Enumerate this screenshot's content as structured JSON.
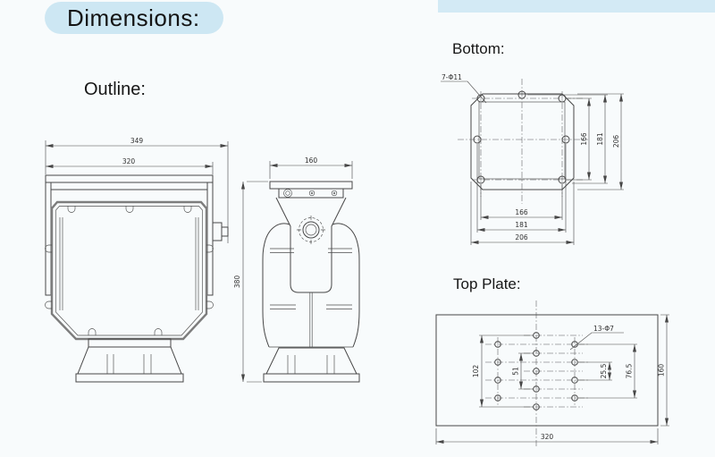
{
  "header": {
    "title": "Dimensions:"
  },
  "sections": {
    "outline": {
      "label": "Outline:"
    },
    "bottom": {
      "label": "Bottom:"
    },
    "top_plate": {
      "label": "Top Plate:"
    }
  },
  "front_view": {
    "overall_width": "349",
    "plate_width": "320"
  },
  "side_view": {
    "top_width": "160",
    "overall_height": "380"
  },
  "bottom_view": {
    "hole_note": "7-Φ11",
    "vertical_dims": {
      "inner": "166",
      "middle": "181",
      "outer": "206"
    },
    "horizontal_dims": {
      "inner": "166",
      "middle": "181",
      "outer": "206"
    }
  },
  "top_plate_view": {
    "hole_note": "13-Φ7",
    "center_column_span": "102",
    "center_inner_span": "51",
    "hole_pitch": "25.5",
    "side_column_span": "76.5",
    "plate_depth": "160",
    "plate_width": "320"
  },
  "colors": {
    "accent_bg": "#cde7f3",
    "page_bg": "#f8fbfc",
    "line": "#474747"
  }
}
